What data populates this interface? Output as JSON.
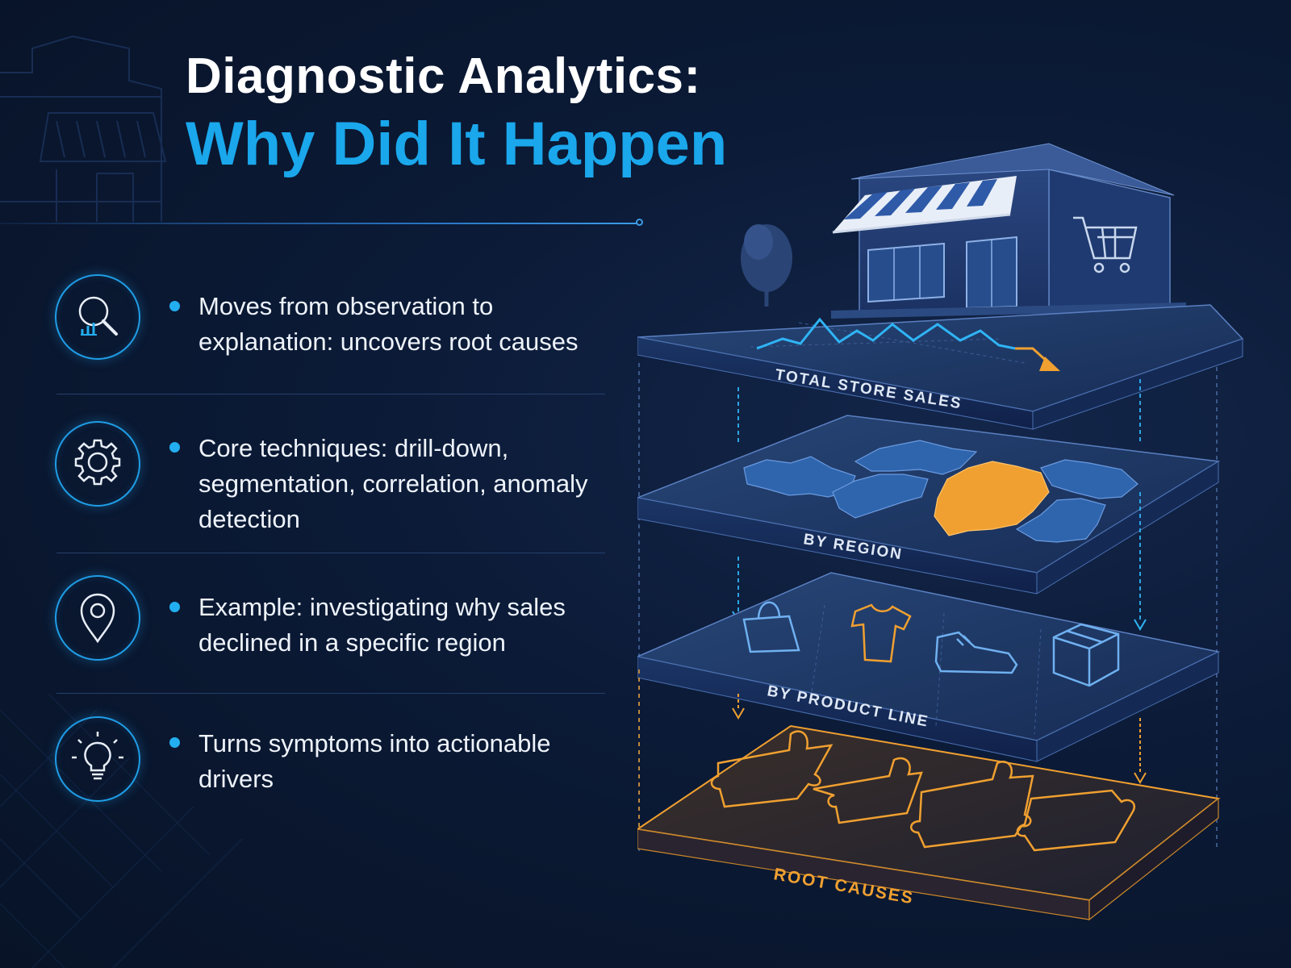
{
  "title": {
    "line1": "Diagnostic Analytics:",
    "line2": "Why Did It Happen"
  },
  "points": [
    {
      "icon": "magnifier-chart-icon",
      "text": "Moves from observation to explanation: uncovers root causes"
    },
    {
      "icon": "gear-icon",
      "text": "Core techniques: drill-down, segmentation, correlation, anomaly detection"
    },
    {
      "icon": "location-pin-icon",
      "text": "Example: investigating why sales declined in a specific region"
    },
    {
      "icon": "lightbulb-icon",
      "text": "Turns symptoms into actionable drivers"
    }
  ],
  "layers": [
    {
      "label": "TOTAL STORE SALES"
    },
    {
      "label": "BY REGION"
    },
    {
      "label": "BY PRODUCT LINE"
    },
    {
      "label": "ROOT CAUSES"
    }
  ],
  "colors": {
    "background": "#0b1a36",
    "accent_blue": "#1aa7ec",
    "accent_orange": "#f0a030",
    "layer_blue": "#1c3462"
  }
}
